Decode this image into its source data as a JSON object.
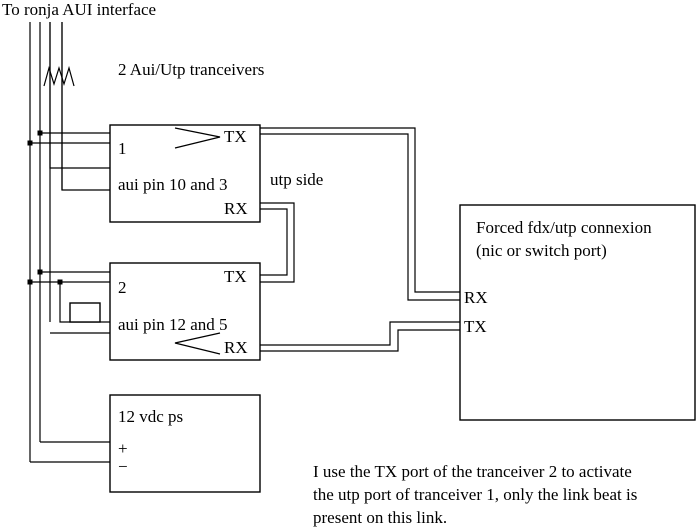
{
  "diagram": {
    "top_label": "To ronja AUI interface",
    "tranceivers_title": "2 Aui/Utp tranceivers",
    "utp_side_label": "utp side",
    "tranceiver_1": {
      "number": "1",
      "tx": "TX",
      "aui_pins": "aui pin 10 and 3",
      "rx": "RX"
    },
    "tranceiver_2": {
      "number": "2",
      "tx": "TX",
      "aui_pins": "aui pin 12 and 5",
      "rx": "RX"
    },
    "power_supply": {
      "label": "12 vdc ps",
      "plus": "+",
      "minus": "−"
    },
    "forced_port": {
      "title_line1": "Forced fdx/utp connexion",
      "title_line2": "(nic or switch port)",
      "rx": "RX",
      "tx": "TX"
    },
    "note": {
      "line1": "I use the TX port of the tranceiver 2 to activate",
      "line2": "the utp port of tranceiver 1, only the link beat is",
      "line3": "present on this link."
    }
  }
}
